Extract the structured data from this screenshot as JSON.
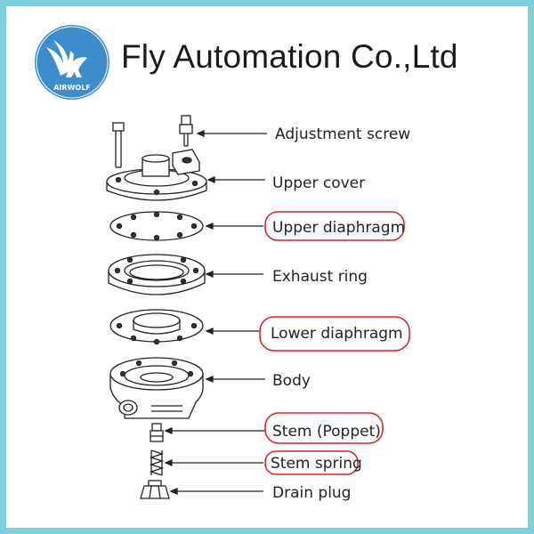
{
  "header": {
    "company_name": "Fly Automation Co.,Ltd",
    "logo_text": "AIRWOLF"
  },
  "diagram": {
    "parts": [
      {
        "id": "adjustment-screw",
        "label": "Adjustment screw",
        "highlighted": false
      },
      {
        "id": "upper-cover",
        "label": "Upper cover",
        "highlighted": false
      },
      {
        "id": "upper-diaphragm",
        "label": "Upper diaphragm",
        "highlighted": true
      },
      {
        "id": "exhaust-ring",
        "label": "Exhaust ring",
        "highlighted": false
      },
      {
        "id": "lower-diaphragm",
        "label": "Lower diaphragm",
        "highlighted": true
      },
      {
        "id": "body",
        "label": "Body",
        "highlighted": false
      },
      {
        "id": "stem-poppet",
        "label": "Stem (Poppet)",
        "highlighted": true
      },
      {
        "id": "stem-spring",
        "label": "Stem spring",
        "highlighted": true
      },
      {
        "id": "drain-plug",
        "label": "Drain plug",
        "highlighted": false
      }
    ]
  },
  "colors": {
    "frame": "#7fd0df",
    "logo_bg": "#3d8ccc",
    "highlight": "#d42a2a",
    "line": "#222222"
  }
}
